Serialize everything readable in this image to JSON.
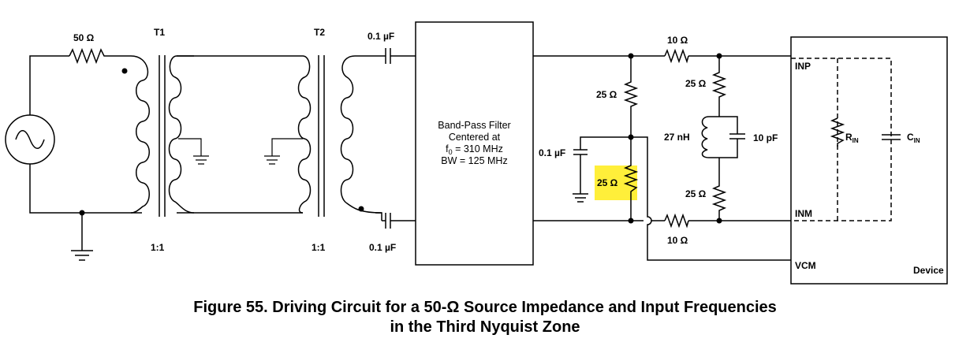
{
  "labels": {
    "r_source": "50 Ω",
    "t1": "T1",
    "t2": "T2",
    "t1_ratio": "1:1",
    "t2_ratio": "1:1",
    "cap_top": "0.1 µF",
    "cap_bottom": "0.1 µF",
    "filter_line1": "Band-Pass Filter",
    "filter_line2": "Centered at",
    "filter_line3_prefix": "f",
    "filter_line3_sub": "0",
    "filter_line3_rest": " = 310 MHz",
    "filter_line4": "BW = 125 MHz",
    "r_top_left": "25 Ω",
    "r_mid_left": "25 Ω",
    "cap_mid": "0.1 µF",
    "r_series_top": "10 Ω",
    "r_series_bottom": "10 Ω",
    "r_top_right": "25 Ω",
    "r_bottom_right": "25 Ω",
    "inductor": "27 nH",
    "cap_right": "10 pF",
    "inp": "INP",
    "inm": "INM",
    "vcm": "VCM",
    "rin_main": "R",
    "rin_sub": "IN",
    "cin_main": "C",
    "cin_sub": "IN",
    "device": "Device"
  },
  "colors": {
    "highlight": "#ffef3a"
  },
  "caption": {
    "line1": "Figure 55.  Driving Circuit for a 50-Ω Source Impedance and Input Frequencies",
    "line2": "in the Third Nyquist Zone"
  }
}
